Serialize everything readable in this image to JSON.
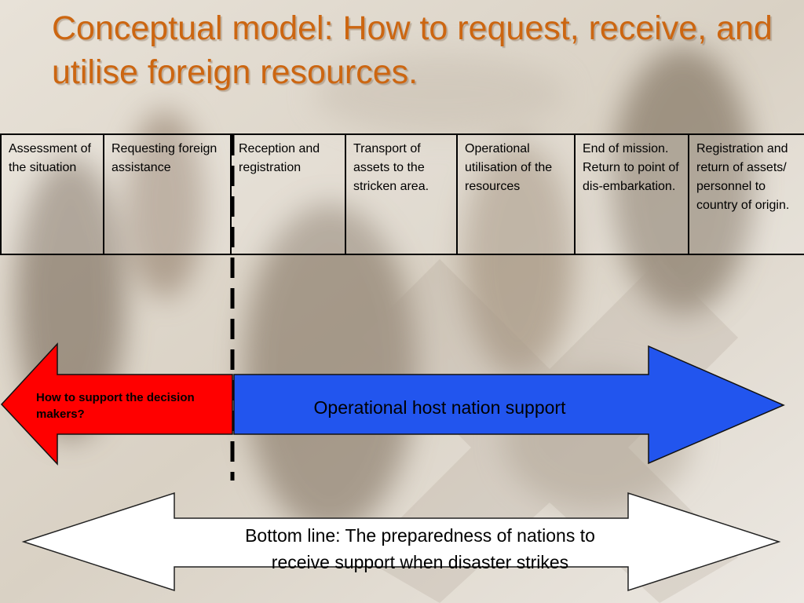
{
  "title": "Conceptual model: How to request, receive, and utilise foreign resources.",
  "stages": [
    "Assessment of the situation",
    "Requesting foreign assistance",
    "Reception and registration",
    "Transport of assets to the stricken area.",
    "Operational utilisation of the resources",
    "End of mission. Return to point of dis-embarkation.",
    "Registration and return of assets/ personnel to country of origin."
  ],
  "arrows": {
    "left": {
      "label": "How to support the decision makers?",
      "color": "#ff0000"
    },
    "right": {
      "label": "Operational host nation support",
      "color": "#2255ee"
    },
    "bottom": {
      "label": "Bottom line: The preparedness of nations to receive support when disaster strikes",
      "color": "#ffffff"
    }
  },
  "colors": {
    "title": "#cc6611",
    "divider": "#000000"
  }
}
